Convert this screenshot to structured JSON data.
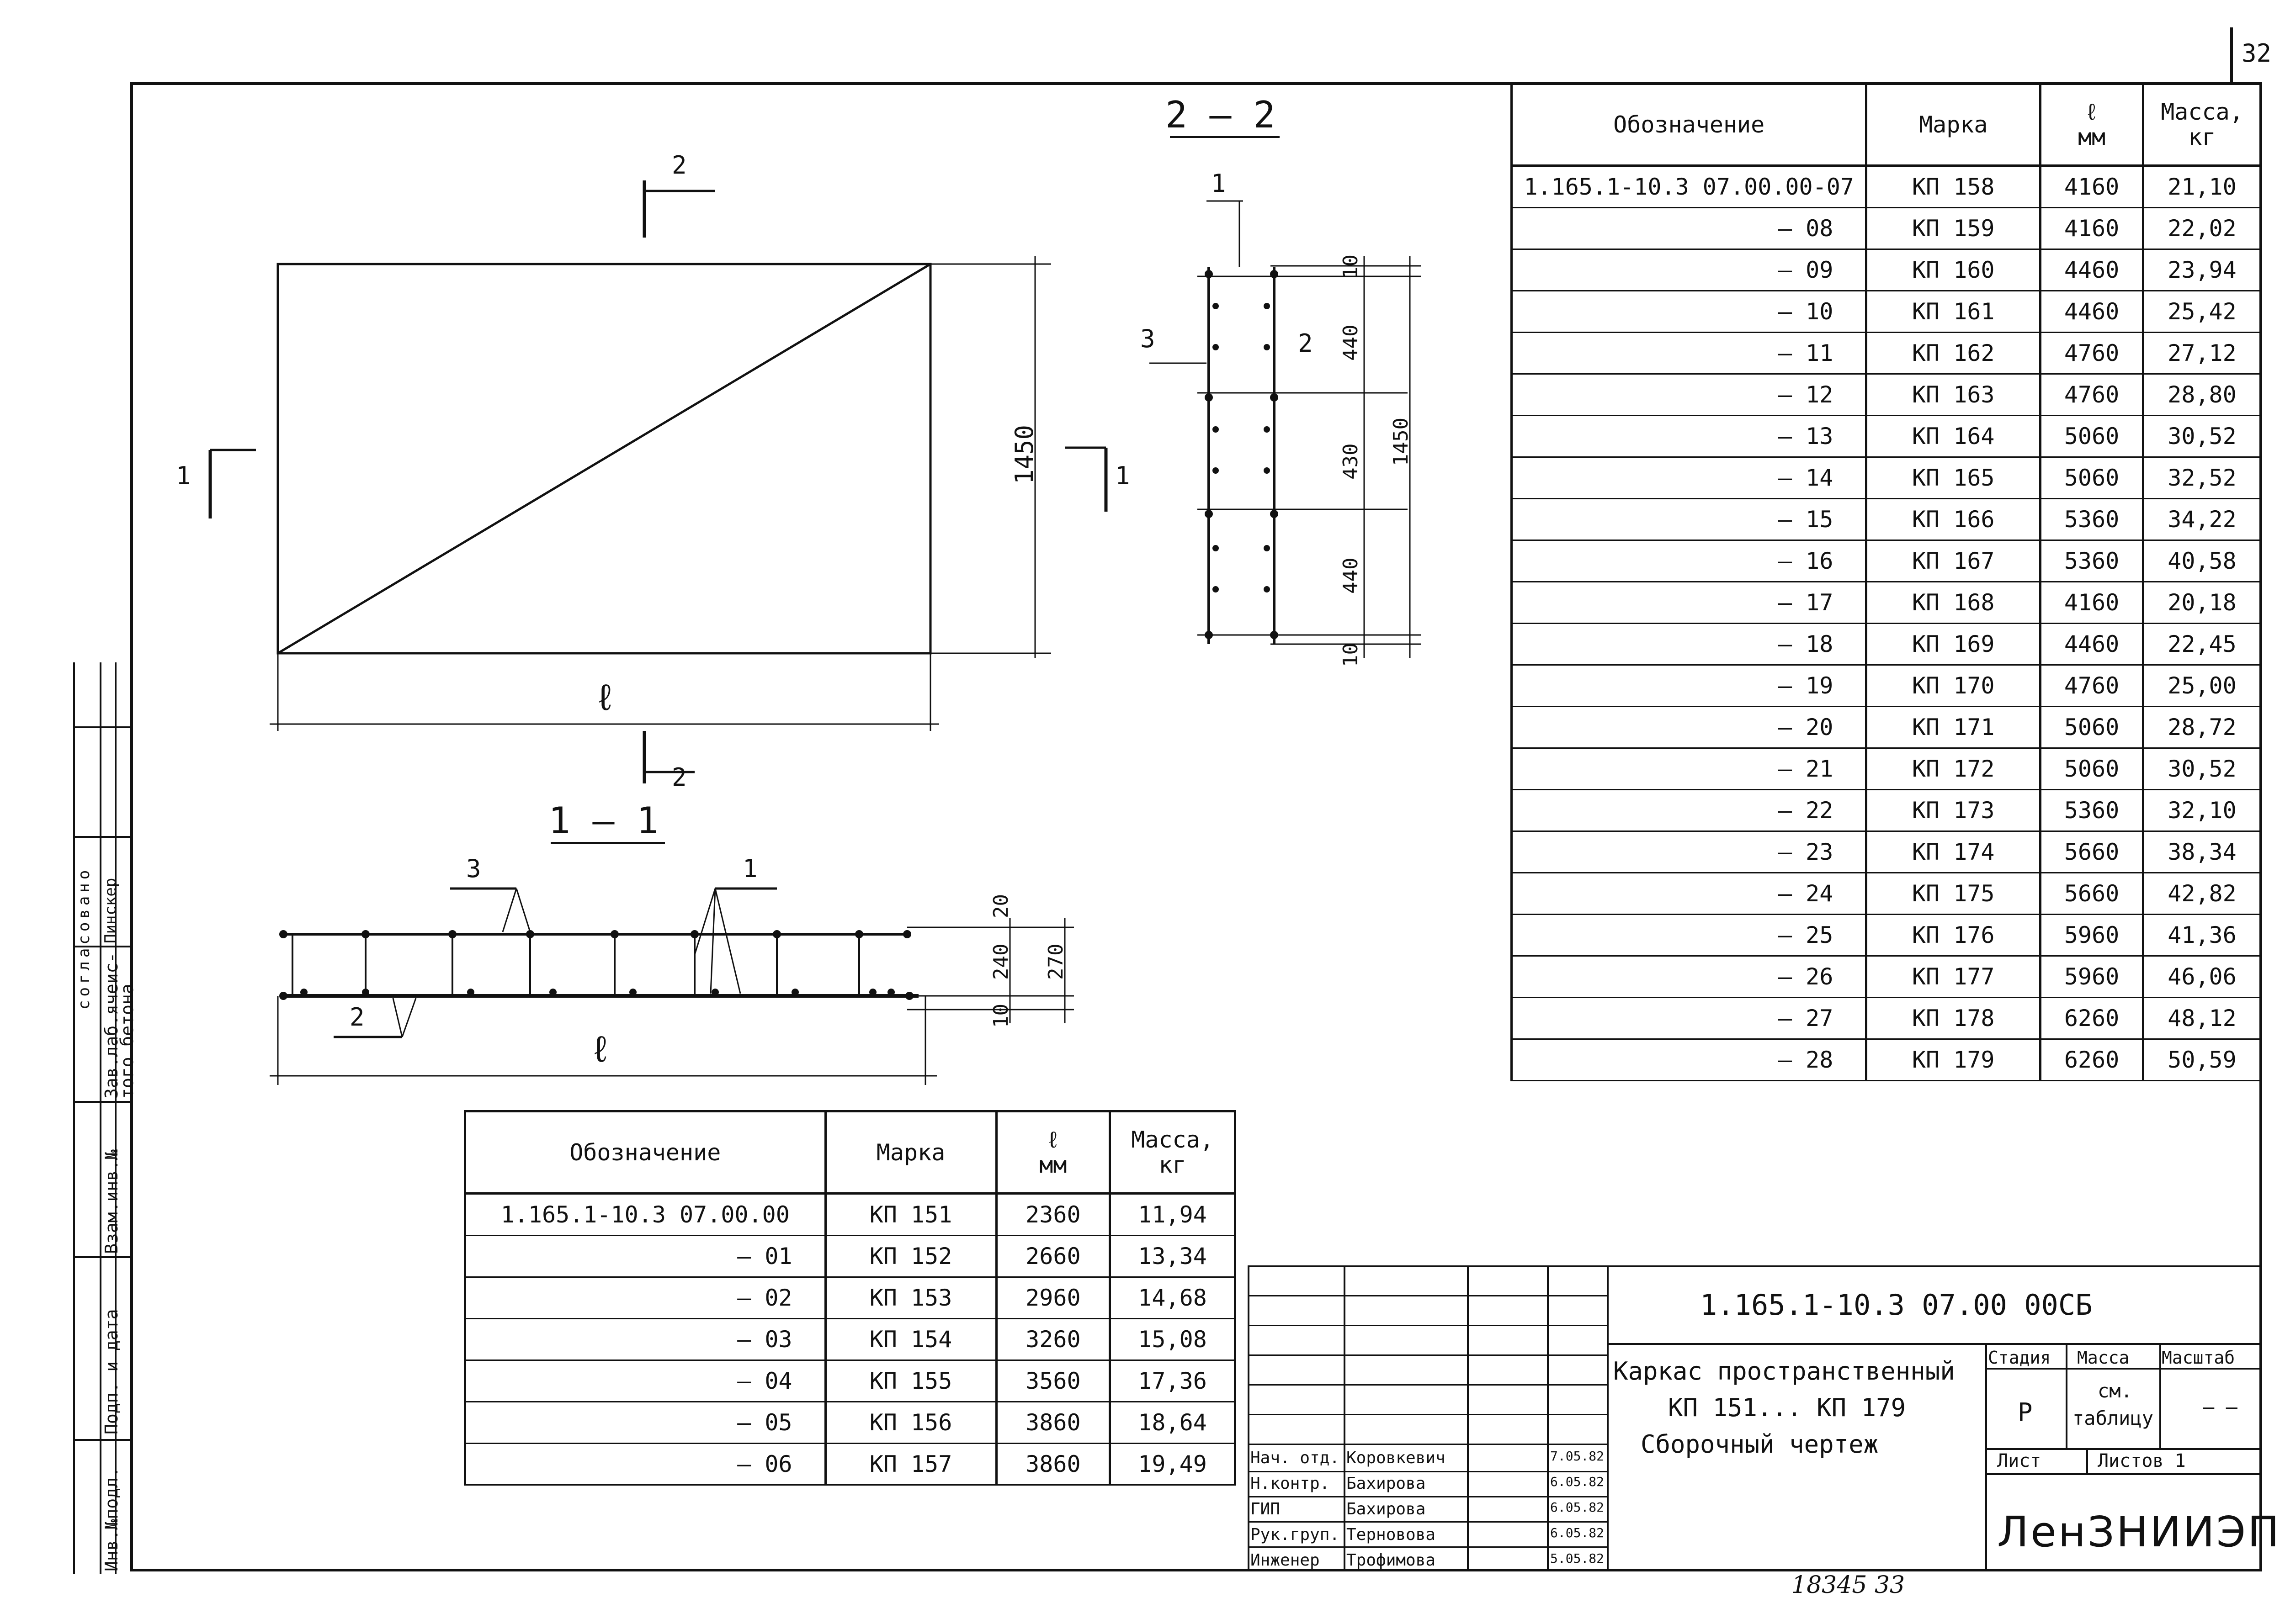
{
  "sheet": {
    "number": "32",
    "bottom_note": "18345 33"
  },
  "drawing": {
    "section_22_title": "2 — 2",
    "section_11_title": "1 — 1",
    "plan": {
      "cut_mark_top": "2",
      "cut_mark_bottom": "2",
      "cut_mark_left": "1",
      "cut_mark_right": "1",
      "height_dim": "1450",
      "length_label": "ℓ"
    },
    "section_22": {
      "pos_1": "1",
      "pos_2": "2",
      "pos_3": "3",
      "dims": [
        "10",
        "440",
        "430",
        "440",
        "10"
      ],
      "total": "1450"
    },
    "section_11": {
      "pos_1": "1",
      "pos_2": "2",
      "pos_3": "3",
      "dims": [
        "20",
        "240",
        "10"
      ],
      "total": "270",
      "length_label": "ℓ"
    }
  },
  "table_right": {
    "headers": {
      "designation": "Обозначение",
      "mark": "Марка",
      "length": "ℓ",
      "length_unit": "мм",
      "mass": "Масса,",
      "mass_unit": "кг"
    },
    "rows": [
      {
        "des": "1.165.1-10.3 07.00.00-07",
        "mark": "КП 158",
        "l": "4160",
        "m": "21,10"
      },
      {
        "des": "– 08",
        "mark": "КП 159",
        "l": "4160",
        "m": "22,02"
      },
      {
        "des": "– 09",
        "mark": "КП 160",
        "l": "4460",
        "m": "23,94"
      },
      {
        "des": "– 10",
        "mark": "КП 161",
        "l": "4460",
        "m": "25,42"
      },
      {
        "des": "– 11",
        "mark": "КП 162",
        "l": "4760",
        "m": "27,12"
      },
      {
        "des": "– 12",
        "mark": "КП 163",
        "l": "4760",
        "m": "28,80"
      },
      {
        "des": "– 13",
        "mark": "КП 164",
        "l": "5060",
        "m": "30,52"
      },
      {
        "des": "– 14",
        "mark": "КП 165",
        "l": "5060",
        "m": "32,52"
      },
      {
        "des": "– 15",
        "mark": "КП 166",
        "l": "5360",
        "m": "34,22"
      },
      {
        "des": "– 16",
        "mark": "КП 167",
        "l": "5360",
        "m": "40,58"
      },
      {
        "des": "– 17",
        "mark": "КП 168",
        "l": "4160",
        "m": "20,18"
      },
      {
        "des": "– 18",
        "mark": "КП 169",
        "l": "4460",
        "m": "22,45"
      },
      {
        "des": "– 19",
        "mark": "КП 170",
        "l": "4760",
        "m": "25,00"
      },
      {
        "des": "– 20",
        "mark": "КП 171",
        "l": "5060",
        "m": "28,72"
      },
      {
        "des": "– 21",
        "mark": "КП 172",
        "l": "5060",
        "m": "30,52"
      },
      {
        "des": "– 22",
        "mark": "КП 173",
        "l": "5360",
        "m": "32,10"
      },
      {
        "des": "– 23",
        "mark": "КП 174",
        "l": "5660",
        "m": "38,34"
      },
      {
        "des": "– 24",
        "mark": "КП 175",
        "l": "5660",
        "m": "42,82"
      },
      {
        "des": "– 25",
        "mark": "КП 176",
        "l": "5960",
        "m": "41,36"
      },
      {
        "des": "– 26",
        "mark": "КП 177",
        "l": "5960",
        "m": "46,06"
      },
      {
        "des": "– 27",
        "mark": "КП 178",
        "l": "6260",
        "m": "48,12"
      },
      {
        "des": "– 28",
        "mark": "КП 179",
        "l": "6260",
        "m": "50,59"
      }
    ]
  },
  "table_left": {
    "headers": {
      "designation": "Обозначение",
      "mark": "Марка",
      "length": "ℓ",
      "length_unit": "мм",
      "mass": "Масса,",
      "mass_unit": "кг"
    },
    "rows": [
      {
        "des": "1.165.1-10.3 07.00.00",
        "mark": "КП 151",
        "l": "2360",
        "m": "11,94"
      },
      {
        "des": "– 01",
        "mark": "КП 152",
        "l": "2660",
        "m": "13,34"
      },
      {
        "des": "– 02",
        "mark": "КП 153",
        "l": "2960",
        "m": "14,68"
      },
      {
        "des": "– 03",
        "mark": "КП 154",
        "l": "3260",
        "m": "15,08"
      },
      {
        "des": "– 04",
        "mark": "КП 155",
        "l": "3560",
        "m": "17,36"
      },
      {
        "des": "– 05",
        "mark": "КП 156",
        "l": "3860",
        "m": "18,64"
      },
      {
        "des": "– 06",
        "mark": "КП 157",
        "l": "3860",
        "m": "19,49"
      }
    ]
  },
  "title_block": {
    "code": "1.165.1-10.3 07.00 00СБ",
    "name_line1": "Каркас пространственный",
    "name_line2": "КП 151... КП 179",
    "name_line3": "Сборочный чертеж",
    "stage_label": "Стадия",
    "stage_value": "Р",
    "mass_label": "Масса",
    "mass_value_1": "см.",
    "mass_value_2": "таблицу",
    "scale_label": "Масштаб",
    "scale_value": "– –",
    "sheet_label": "Лист",
    "sheets_label": "Листов 1",
    "org": "ЛенЗНИИЭП",
    "signatures": [
      {
        "role": "Нач. отд.",
        "name": "Коровкевич",
        "date": "7.05.82"
      },
      {
        "role": "Н.контр.",
        "name": "Бахирова",
        "date": "6.05.82"
      },
      {
        "role": "ГИП",
        "name": "Бахирова",
        "date": "6.05.82"
      },
      {
        "role": "Рук.груп.",
        "name": "Терновова",
        "date": "6.05.82"
      },
      {
        "role": "Инженер",
        "name": "Трофимова",
        "date": "5.05.82"
      }
    ]
  },
  "side_strip": {
    "inv_podl": "Инв.№подл.",
    "podp_data": "Подп. и дата",
    "vzam_inv": "Взам.инв.№",
    "zav_lab": "Зав.лаб.ячеис-",
    "zav_lab2": "того бетона",
    "pinsker": "Пинскер",
    "soglasovano": "согласовано"
  }
}
